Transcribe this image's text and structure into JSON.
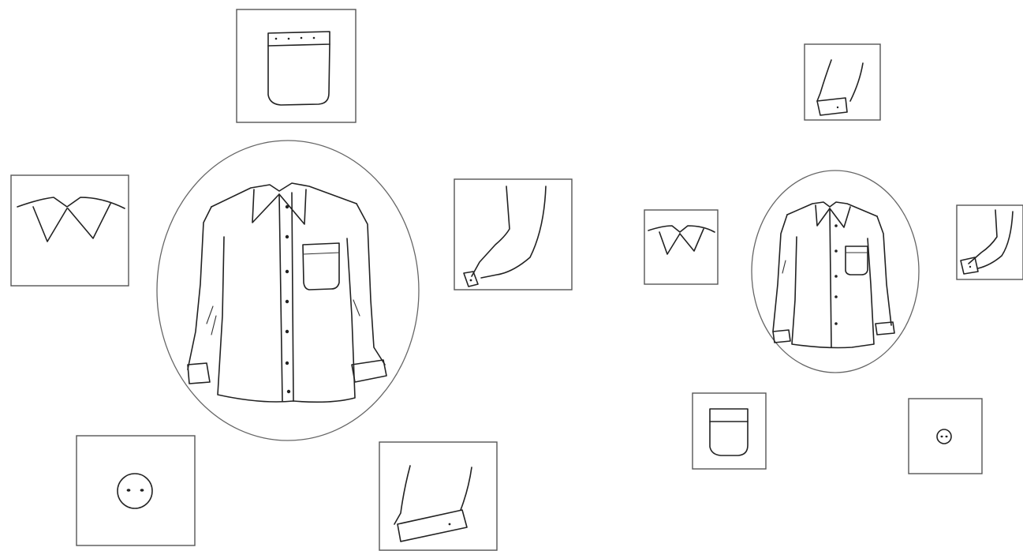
{
  "figure": {
    "description_free": true,
    "panels": [
      {
        "id": "large",
        "items": [
          "pocket",
          "collar",
          "cuff-sleeve",
          "button",
          "cuff",
          "shirt"
        ]
      },
      {
        "id": "small",
        "items": [
          "cuff",
          "collar",
          "cuff-sleeve",
          "pocket",
          "button",
          "shirt"
        ]
      }
    ]
  }
}
